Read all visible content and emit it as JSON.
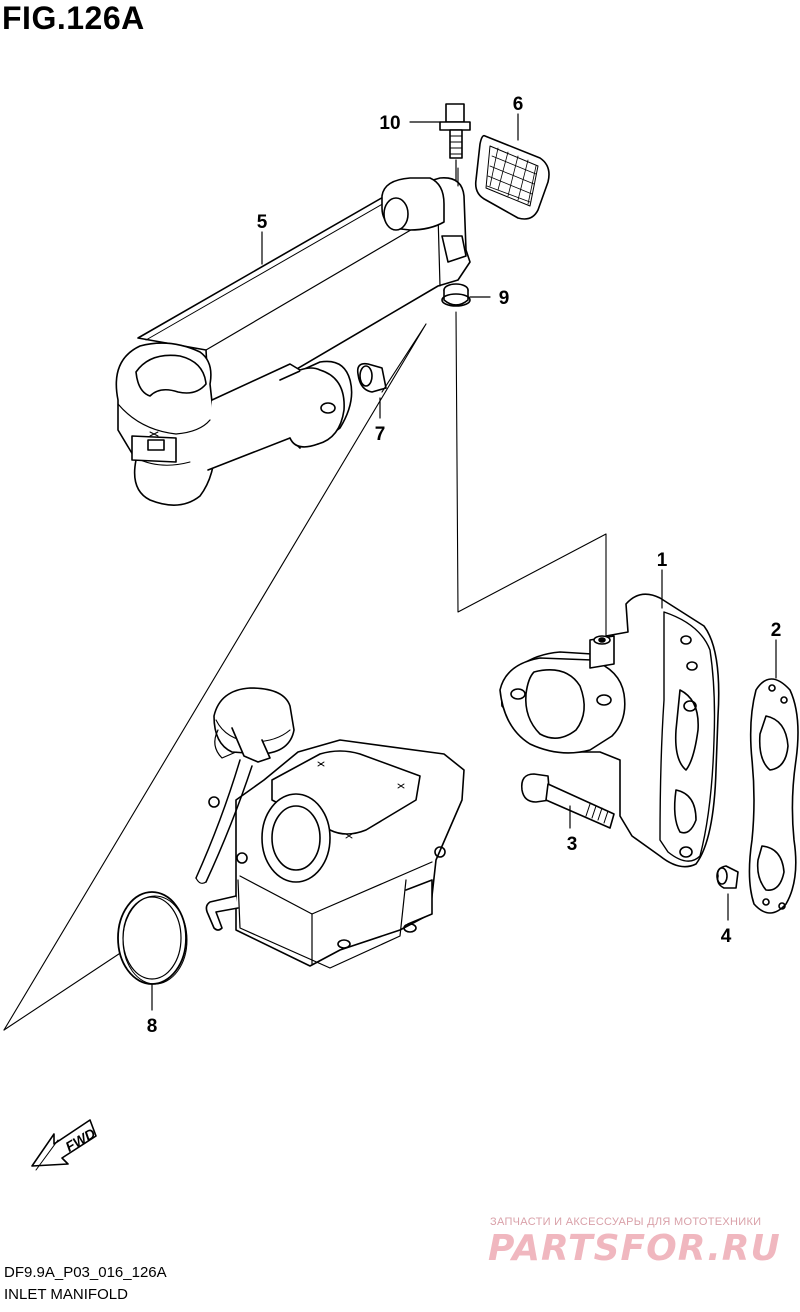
{
  "figure": {
    "title": "FIG.126A",
    "code": "DF9.9A_P03_016_126A",
    "name": "INLET MANIFOLD"
  },
  "callouts": [
    "1",
    "2",
    "3",
    "4",
    "5",
    "6",
    "7",
    "8",
    "9",
    "10"
  ],
  "fwd_label": "FWD",
  "watermark": {
    "tagline": "ЗАПЧАСТИ И АКСЕССУАРЫ ДЛЯ МОТОТЕХНИКИ",
    "logo": "PARTSFOR.RU"
  },
  "colors": {
    "line": "#000000",
    "watermark": "#f0b7bf"
  }
}
